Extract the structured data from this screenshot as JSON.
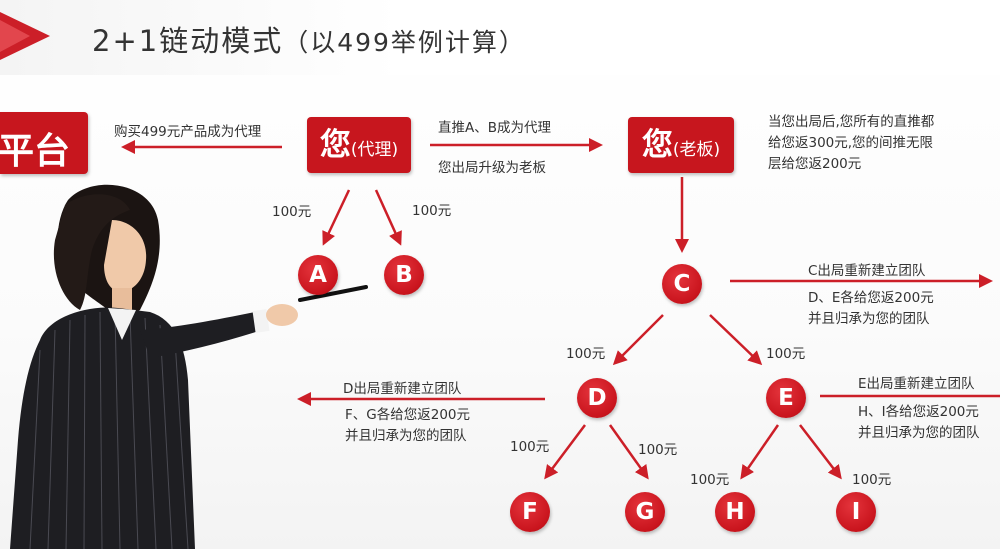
{
  "title": {
    "main": "2+1链动模式",
    "sub": "（以499举例计算）"
  },
  "platform": "平台",
  "agent": {
    "name": "您",
    "role": "(代理)"
  },
  "boss": {
    "name": "您",
    "role": "(老板)"
  },
  "labels": {
    "buy": "购买499元产品成为代理",
    "direct": "直推A、B成为代理",
    "upgrade": "您出局升级为老板",
    "boss_note": [
      "当您出局后,您所有的直推都",
      "给您返300元,您的间推无限",
      "层给您返200元"
    ],
    "c_rebuild": "C出局重新建立团队",
    "c_note": [
      "D、E各给您返200元",
      "并且归承为您的团队"
    ],
    "d_rebuild": "D出局重新建立团队",
    "d_note": [
      "F、G各给您返200元",
      "并且归承为您的团队"
    ],
    "e_rebuild": "E出局重新建立团队",
    "e_note": [
      "H、I各给您返200元",
      "并且归承为您的团队"
    ],
    "amount": "100元"
  },
  "nodes": {
    "A": "A",
    "B": "B",
    "C": "C",
    "D": "D",
    "E": "E",
    "F": "F",
    "G": "G",
    "H": "H",
    "I": "I"
  },
  "colors": {
    "accent": "#c7161e",
    "arrow": "#cc1f28"
  }
}
